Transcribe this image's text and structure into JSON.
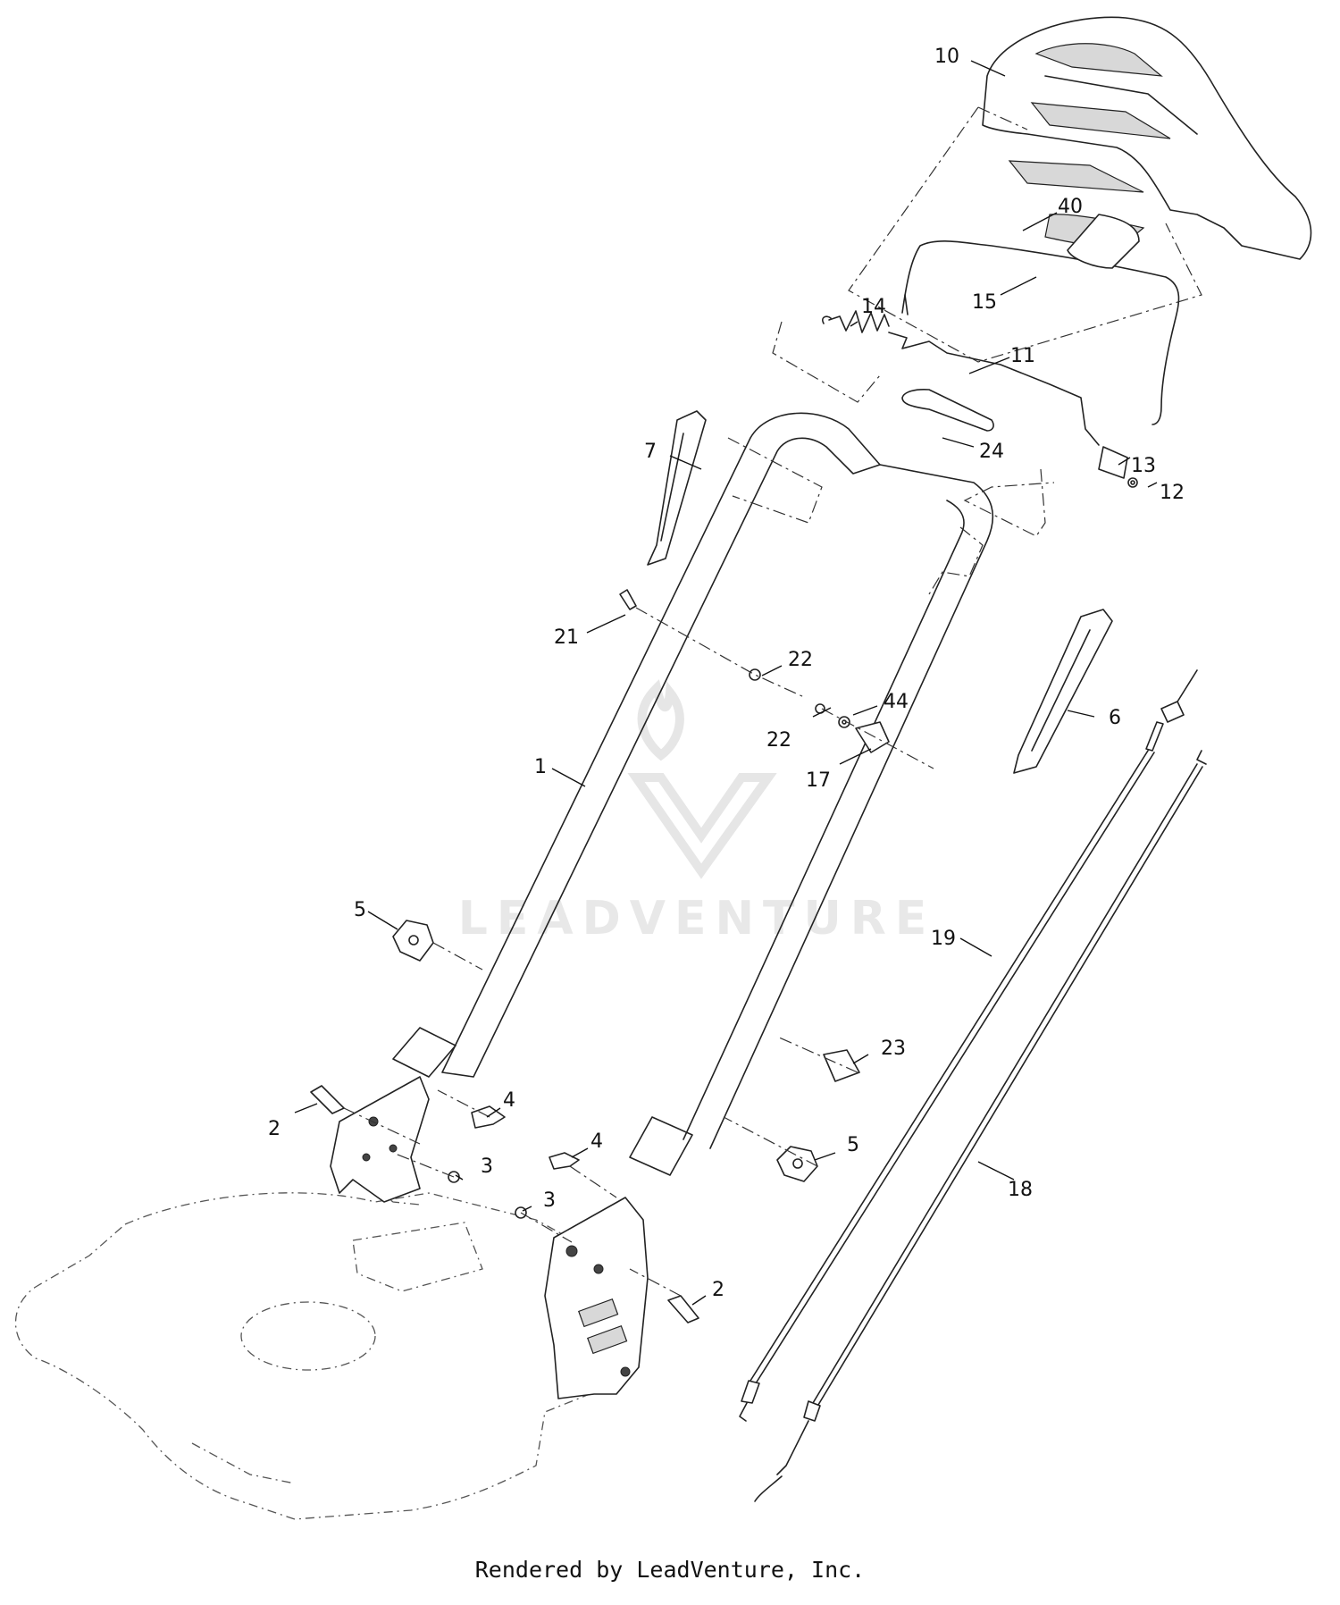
{
  "watermark": {
    "text": "LEADVENTURE"
  },
  "footer": {
    "credit": "Rendered by LeadVenture, Inc."
  },
  "callouts": [
    {
      "id": "c10",
      "label": "10"
    },
    {
      "id": "c40",
      "label": "40"
    },
    {
      "id": "c15",
      "label": "15"
    },
    {
      "id": "c14",
      "label": "14"
    },
    {
      "id": "c11",
      "label": "11"
    },
    {
      "id": "c7",
      "label": "7"
    },
    {
      "id": "c24",
      "label": "24"
    },
    {
      "id": "c13",
      "label": "13"
    },
    {
      "id": "c12",
      "label": "12"
    },
    {
      "id": "c21",
      "label": "21"
    },
    {
      "id": "c22a",
      "label": "22"
    },
    {
      "id": "c44",
      "label": "44"
    },
    {
      "id": "c22b",
      "label": "22"
    },
    {
      "id": "c6",
      "label": "6"
    },
    {
      "id": "c17",
      "label": "17"
    },
    {
      "id": "c1",
      "label": "1"
    },
    {
      "id": "c5a",
      "label": "5"
    },
    {
      "id": "c19",
      "label": "19"
    },
    {
      "id": "c23",
      "label": "23"
    },
    {
      "id": "c4a",
      "label": "4"
    },
    {
      "id": "c2a",
      "label": "2"
    },
    {
      "id": "c3a",
      "label": "3"
    },
    {
      "id": "c4b",
      "label": "4"
    },
    {
      "id": "c5b",
      "label": "5"
    },
    {
      "id": "c3b",
      "label": "3"
    },
    {
      "id": "c18",
      "label": "18"
    },
    {
      "id": "c2b",
      "label": "2"
    }
  ]
}
